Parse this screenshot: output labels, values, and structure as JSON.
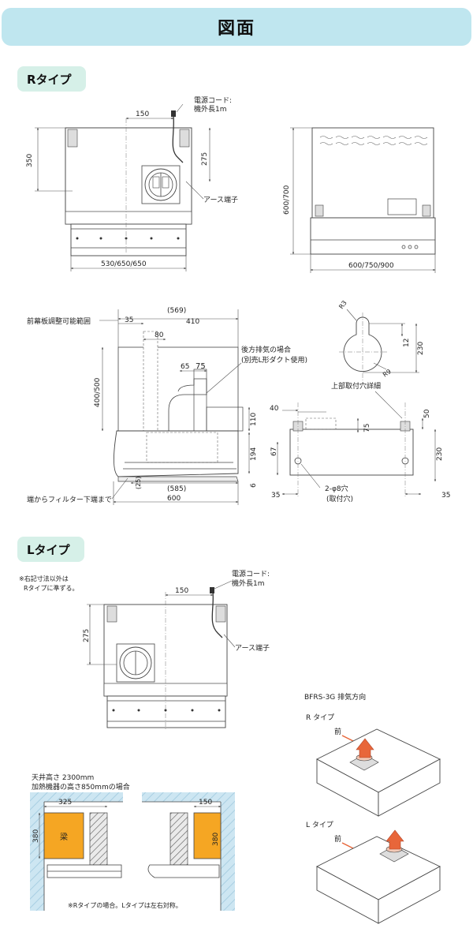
{
  "header": {
    "title": "図面"
  },
  "sections": {
    "r_type": "Rタイプ",
    "l_type": "Lタイプ"
  },
  "r_front": {
    "power_cord": "電源コード:",
    "cord_length": "機外長1m",
    "dim_150": "150",
    "dim_350": "350",
    "dim_275": "275",
    "ground": "アース端子",
    "width": "530/650/650"
  },
  "r_side": {
    "height": "600/700",
    "width": "600/750/900"
  },
  "r_section": {
    "front_panel": "前幕板調整可能範囲",
    "d569": "(569)",
    "d35": "35",
    "d410": "410",
    "d80": "80",
    "d65": "65",
    "d75": "75",
    "rear_exhaust": "後方排気の場合",
    "rear_exhaust_note": "(別売L形ダクト使用)",
    "d400_500": "400/500",
    "d110": "110",
    "d194": "194",
    "d6": "6",
    "d25": "(25)",
    "d585": "(585)",
    "d600": "600",
    "filter_note": "端からフィルター下端まで"
  },
  "r_detail": {
    "r3": "R3",
    "r9": "R9",
    "d12": "12",
    "d230": "230",
    "top_hole": "上部取付穴詳細",
    "d40": "40",
    "d50": "50",
    "d75": "75",
    "d67": "67",
    "d230b": "230",
    "d35a": "35",
    "d35b": "35",
    "holes": "2-φ8穴",
    "holes_note": "(取付穴)"
  },
  "l_type": {
    "note1": "※右記寸法以外は",
    "note2": "Rタイプに準ずる。",
    "power_cord": "電源コード:",
    "cord_length": "機外長1m",
    "dim_150": "150",
    "dim_275": "275",
    "ground": "アース端子"
  },
  "ceiling": {
    "line1": "天井高さ 2300mm",
    "line2": "加熱機器の高さ850mmの場合",
    "d325": "325",
    "d380a": "380",
    "beam": "梁",
    "d150": "150",
    "d380b": "380",
    "note": "※Rタイプの場合。Lタイプは左右対称。"
  },
  "exhaust": {
    "title": "BFRS-3G 排気方向",
    "r_label": "R タイプ",
    "front_r": "前",
    "l_label": "L タイプ",
    "front_l": "前"
  },
  "colors": {
    "banner": "#bfe6ef",
    "pill": "#d6f0e8",
    "beam": "#f5a623",
    "wall": "#cde6f2",
    "arrow": "#e8663a"
  }
}
